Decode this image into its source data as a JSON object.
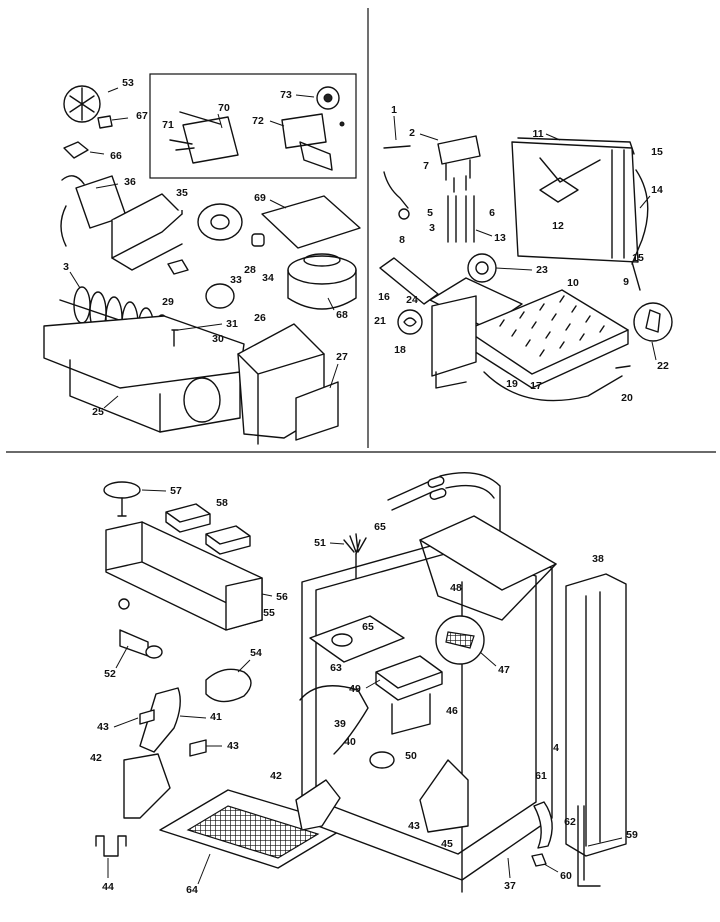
{
  "parts": {
    "p1": "1",
    "p2": "2",
    "p3a": "3",
    "p3b": "3",
    "p4": "4",
    "p5": "5",
    "p6": "6",
    "p7": "7",
    "p8": "8",
    "p9": "9",
    "p10": "10",
    "p11": "11",
    "p12": "12",
    "p13": "13",
    "p14": "14",
    "p15a": "15",
    "p15b": "15",
    "p16": "16",
    "p17": "17",
    "p18": "18",
    "p19": "19",
    "p20": "20",
    "p21": "21",
    "p22": "22",
    "p23": "23",
    "p24": "24",
    "p25": "25",
    "p26": "26",
    "p27": "27",
    "p28": "28",
    "p29": "29",
    "p30": "30",
    "p31": "31",
    "p33": "33",
    "p34": "34",
    "p35": "35",
    "p36": "36",
    "p37": "37",
    "p38": "38",
    "p39": "39",
    "p40": "40",
    "p41": "41",
    "p42a": "42",
    "p42b": "42",
    "p43a": "43",
    "p43b": "43",
    "p43c": "43",
    "p44": "44",
    "p45": "45",
    "p46": "46",
    "p47": "47",
    "p48": "48",
    "p49": "49",
    "p50": "50",
    "p51": "51",
    "p52": "52",
    "p53": "53",
    "p54": "54",
    "p55": "55",
    "p56": "56",
    "p57": "57",
    "p58": "58",
    "p59": "59",
    "p60": "60",
    "p61": "61",
    "p62": "62",
    "p63": "63",
    "p64": "64",
    "p65a": "65",
    "p65b": "65",
    "p66": "66",
    "p67": "67",
    "p68": "68",
    "p69": "69",
    "p70": "70",
    "p71": "71",
    "p72": "72",
    "p73": "73"
  }
}
